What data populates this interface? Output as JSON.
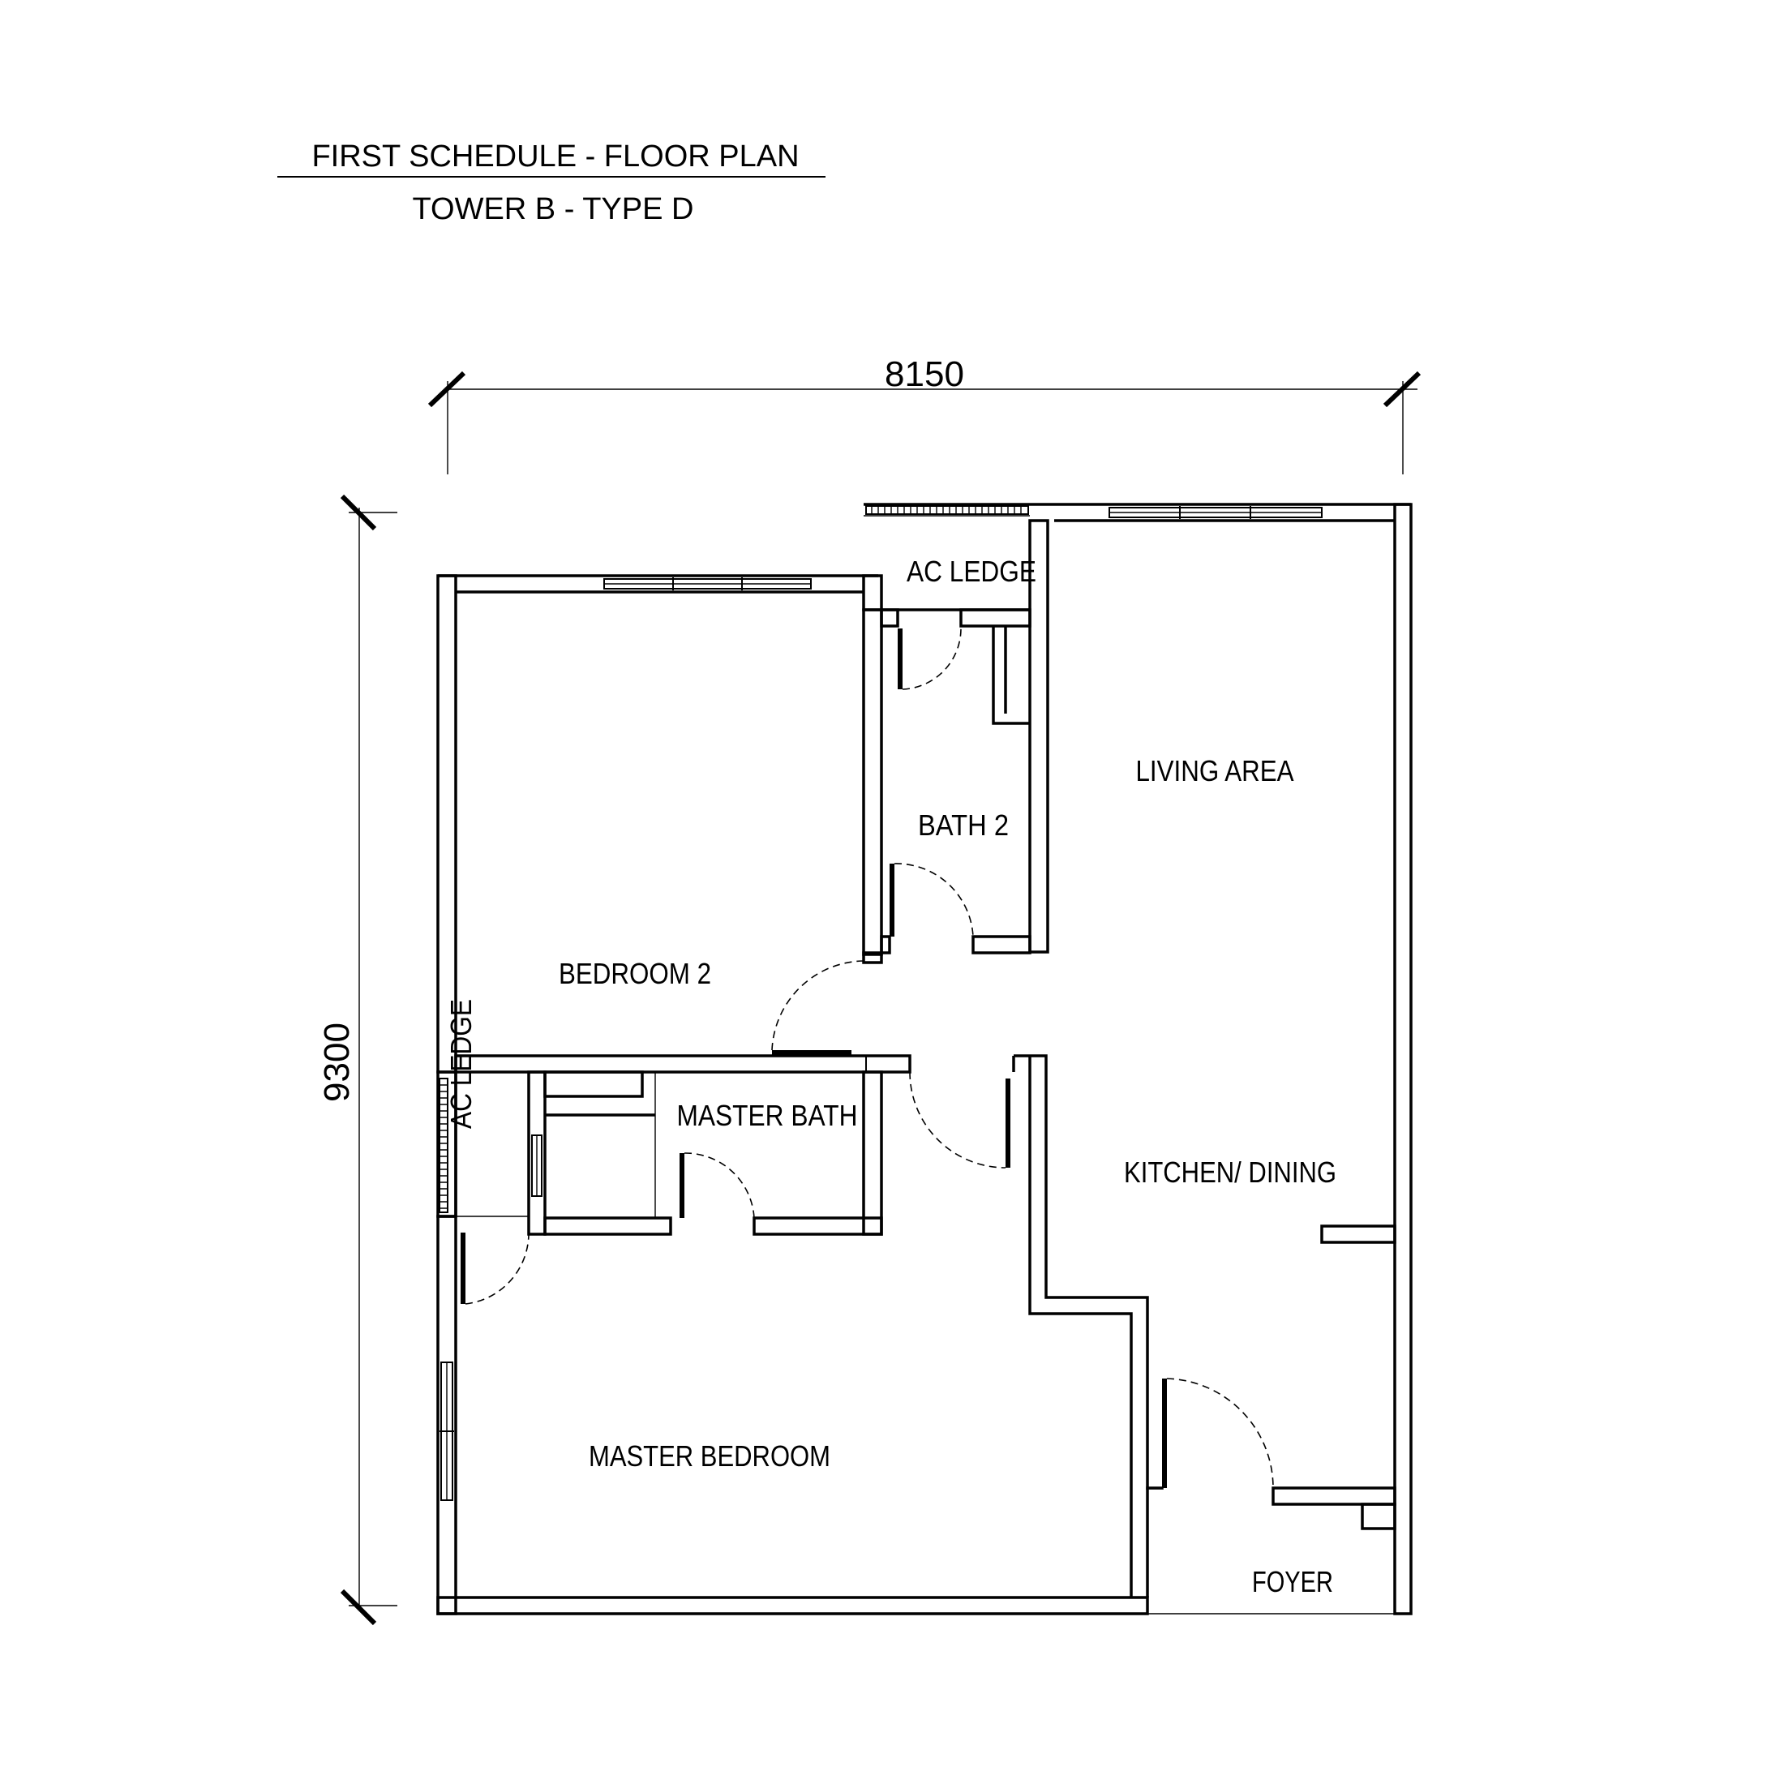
{
  "header": {
    "schedule": "FIRST SCHEDULE - FLOOR PLAN",
    "unit": "TOWER B - TYPE D"
  },
  "dimensions": {
    "width": "8150",
    "height": "9300"
  },
  "rooms": {
    "ac_ledge_top": "AC LEDGE",
    "bath_2": "BATH 2",
    "living_area": "LIVING AREA",
    "bedroom_2": "BEDROOM 2",
    "master_bath": "MASTER BATH",
    "ac_ledge_left": "AC LEDGE",
    "kitchen_dining": "KITCHEN/ DINING",
    "master_bedroom": "MASTER BEDROOM",
    "foyer": "FOYER"
  }
}
